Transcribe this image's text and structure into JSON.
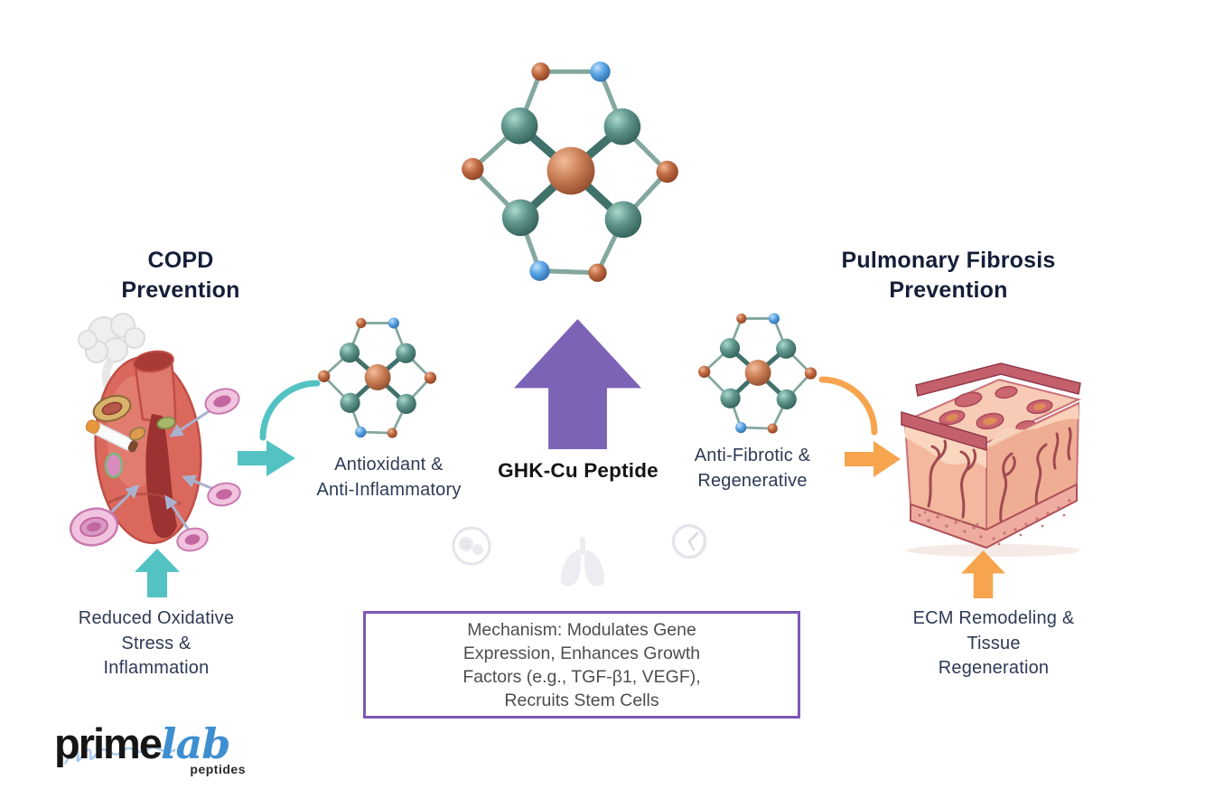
{
  "colors": {
    "teal": "#53C2C3",
    "purple": "#7C63B6",
    "orange": "#F6A54E",
    "heading-text": "#151E38",
    "label-text": "#2E3A55",
    "box-border": "#7D57B5",
    "box-text": "#4D4D4D",
    "logo-blue": "#3E8FD0"
  },
  "headings": {
    "copd": {
      "lines": [
        "COPD",
        "Prevention"
      ]
    },
    "fibrosis": {
      "lines": [
        "Pulmonary Fibrosis",
        "Prevention"
      ]
    }
  },
  "center": {
    "peptide_label": "GHK-Cu Peptide"
  },
  "labels": {
    "antioxidant": {
      "lines": [
        "Antioxidant &",
        "Anti-Inflammatory"
      ]
    },
    "antifibrotic": {
      "lines": [
        "Anti-Fibrotic &",
        "Regenerative"
      ]
    },
    "reduced": {
      "lines": [
        "Reduced Oxidative",
        "Stress &",
        "Inflammation"
      ]
    },
    "ecm": {
      "lines": [
        "ECM Remodeling &",
        "Tissue",
        "Regeneration"
      ]
    }
  },
  "mechanism_box": {
    "lines": [
      "Mechanism: Modulates Gene",
      "Expression, Enhances Growth",
      "Factors (e.g., TGF-β1, VEGF),",
      "Recruits Stem Cells"
    ]
  },
  "logo": {
    "prime": "prime",
    "lab": "lab",
    "sub": "peptides"
  },
  "watermark_icons": [
    "cells-icon",
    "lungs-icon",
    "clock-icon"
  ]
}
